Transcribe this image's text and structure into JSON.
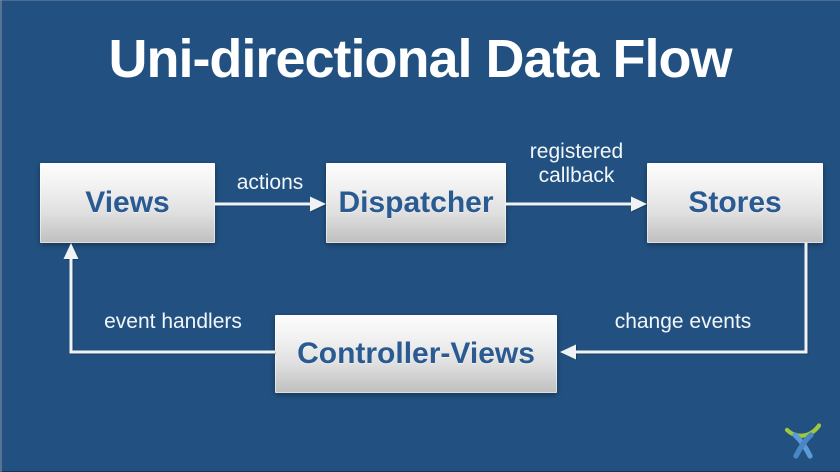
{
  "slide": {
    "title": "Uni-directional Data Flow",
    "background_color": "#225181",
    "title_color": "#ffffff"
  },
  "diagram": {
    "node_text_color": "#2a5a92",
    "node_fill": "gradient-white-to-gray",
    "arrow_color": "#f0f2f4",
    "nodes": [
      {
        "id": "views",
        "label": "Views"
      },
      {
        "id": "dispatcher",
        "label": "Dispatcher"
      },
      {
        "id": "stores",
        "label": "Stores"
      },
      {
        "id": "controller-views",
        "label": "Controller-Views"
      }
    ],
    "edges": [
      {
        "from": "views",
        "to": "dispatcher",
        "label": "actions"
      },
      {
        "from": "dispatcher",
        "to": "stores",
        "label": "registered callback"
      },
      {
        "from": "stores",
        "to": "controller-views",
        "label": "change events"
      },
      {
        "from": "controller-views",
        "to": "views",
        "label": "event handlers"
      }
    ]
  },
  "footer": {
    "logo": "atlassian-logo",
    "logo_arc_color": "#9dc93b",
    "logo_figure_color": "#5a9bd8"
  }
}
